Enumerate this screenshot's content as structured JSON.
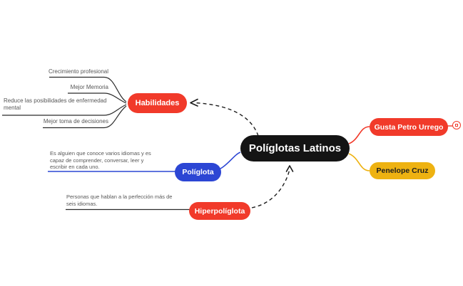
{
  "colors": {
    "topic_red": "#f13a2a",
    "topic_blue": "#2c46d4",
    "topic_yellow": "#eeb211",
    "central_black": "#141414",
    "note_text": "#575757",
    "branch_line": "#2b2b2b",
    "relationship_arrow": "#1a1a1a",
    "background": "#ffffff"
  },
  "mindmap": {
    "central": {
      "label": "Políglotas Latinos"
    },
    "branches": {
      "habilidades": {
        "label": "Habilidades",
        "children": [
          "Crecimiento profesional",
          "Mejor Memoria",
          "Reduce las posibilidades de enfermedad mental",
          "Mejor toma de decisiones"
        ]
      },
      "poliglota": {
        "label": "Políglota",
        "note": "Es alguien que conoce varios idiomas y es capaz de comprender, conversar, leer y escribir en cada uno."
      },
      "hiperpoliglota": {
        "label": "Hiperpolíglota",
        "note": "Personas que hablan a la perfección más de seis idiomas."
      },
      "gusta_petro_urrego": {
        "label": "Gusta Petro Urrego",
        "badge_icon": "hidden-items-badge"
      },
      "penelope_cruz": {
        "label": "Penelope Cruz"
      }
    },
    "relationships": [
      {
        "from": "central",
        "to": "habilidades",
        "style": "dashed-arrow"
      },
      {
        "from": "hiperpoliglota",
        "to": "central",
        "style": "dashed-arrow"
      }
    ]
  }
}
